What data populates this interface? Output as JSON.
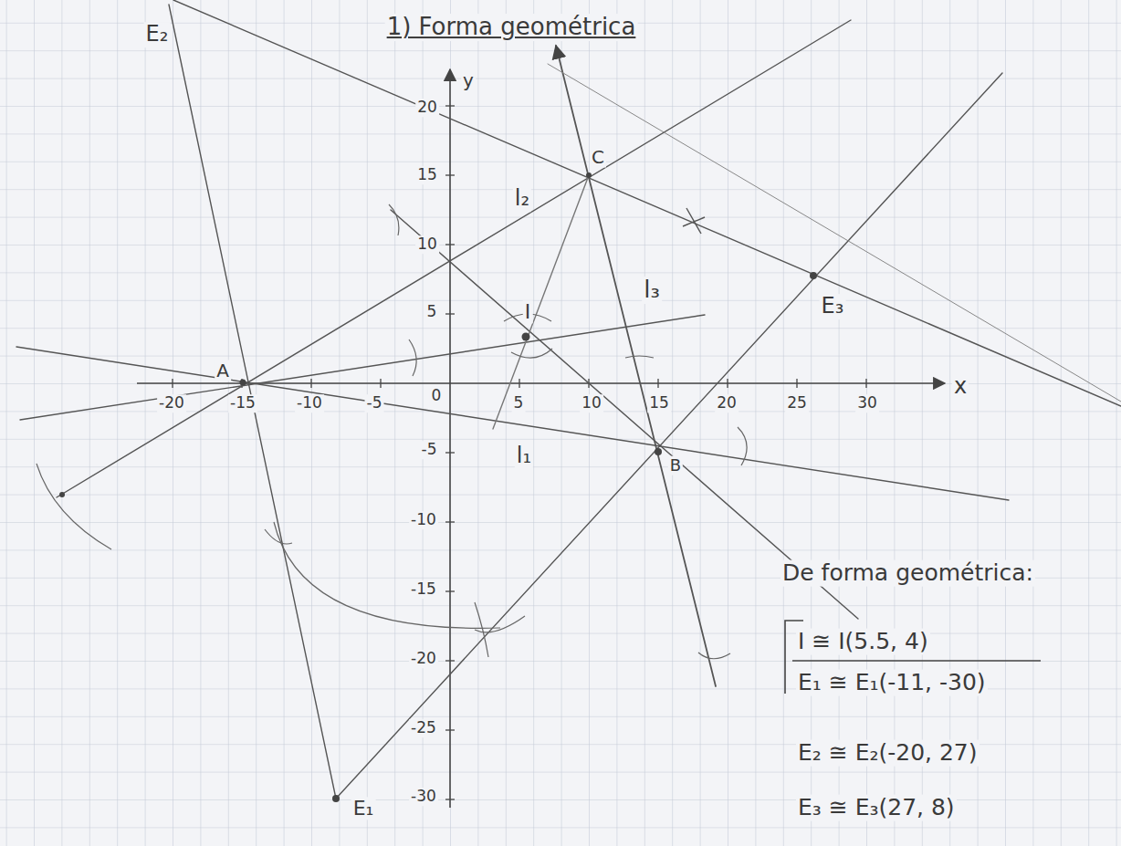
{
  "diagram": {
    "title": "1) Forma geométrica",
    "labels": [
      "E₂",
      "y",
      "20",
      "15",
      "C",
      "l₂",
      "10",
      "l₃",
      "E₃",
      "5",
      "I",
      "A",
      "-20",
      "-15",
      "-10",
      "-5",
      "0",
      "5",
      "10",
      "15",
      "20",
      "25",
      "30",
      "x",
      "B",
      "l₁",
      "-5",
      "-10",
      "-15",
      "-20",
      "-25",
      "-30",
      "E₁",
      "De forma geométrica:",
      "I ≅ I(5.5, 4)",
      "E₁ ≅ E₁(-11, -30)",
      "E₂ ≅ E₂(-20, 27)",
      "E₃ ≅ E₃(27, 8)"
    ]
  }
}
